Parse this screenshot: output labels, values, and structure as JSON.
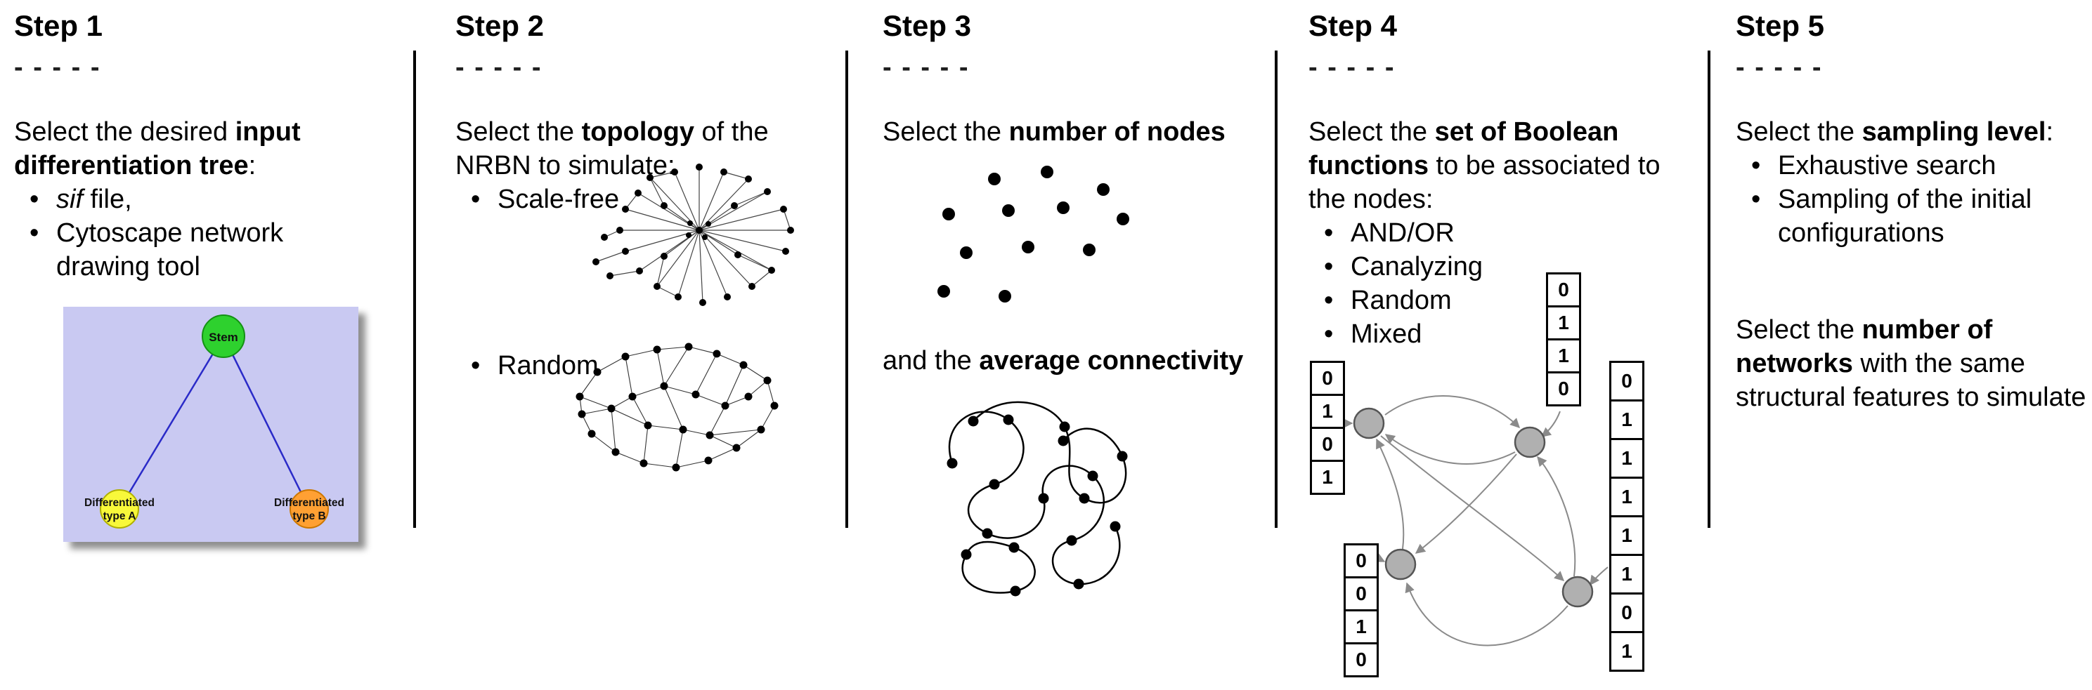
{
  "colors": {
    "tree_background": "#c9c9f2",
    "stem_green": "#2ed12e",
    "type_a_yellow": "#f8f83a",
    "type_b_orange": "#ffa033",
    "tree_edge_blue": "#2a2ac8",
    "network_node_gray": "#b0b0b0",
    "arrow_gray": "#8a8a8a",
    "text_black": "#000000"
  },
  "steps": [
    {
      "title": "Step 1",
      "dashes": "- - - - -",
      "text": {
        "pre": "Select the desired ",
        "bold": "input differentiation tree",
        "post": ":"
      },
      "bullet1_italic": "sif",
      "bullet1_rest": " file,",
      "bullet2": "Cytoscape network drawing tool",
      "tree": {
        "stem": "Stem",
        "a_line1": "Differentiated",
        "a_line2": "type A",
        "b_line1": "Differentiated",
        "b_line2": "type B"
      }
    },
    {
      "title": "Step 2",
      "dashes": "- - - - -",
      "text": {
        "pre": "Select the ",
        "bold": "topology",
        "post": " of the NRBN to simulate:"
      },
      "bullets": [
        "Scale-free",
        "Random"
      ]
    },
    {
      "title": "Step 3",
      "dashes": "- - - - -",
      "text": {
        "pre": "Select the ",
        "bold": "number of nodes",
        "post": ""
      },
      "text2": {
        "pre": "and the ",
        "bold": "average connectivity",
        "post": ""
      }
    },
    {
      "title": "Step 4",
      "dashes": "- - - - -",
      "text": {
        "pre": "Select the ",
        "bold": "set of Boolean functions",
        "post": " to be associated to the nodes:"
      },
      "bullets": [
        "AND/OR",
        "Canalyzing",
        "Random",
        "Mixed"
      ],
      "tables": {
        "left": [
          "0",
          "1",
          "0",
          "1"
        ],
        "top": [
          "0",
          "1",
          "1",
          "0"
        ],
        "bottom": [
          "0",
          "0",
          "1",
          "0"
        ],
        "right": [
          "0",
          "1",
          "1",
          "1",
          "1",
          "1",
          "0",
          "1"
        ]
      }
    },
    {
      "title": "Step 5",
      "dashes": "- - - - -",
      "text": {
        "pre": "Select the ",
        "bold": "sampling level",
        "post": ":"
      },
      "bullets": [
        "Exhaustive search",
        "Sampling of the initial configurations"
      ],
      "text2": {
        "pre": "Select the ",
        "bold": "number of networks",
        "post": " with the same structural features to simulate"
      }
    }
  ]
}
